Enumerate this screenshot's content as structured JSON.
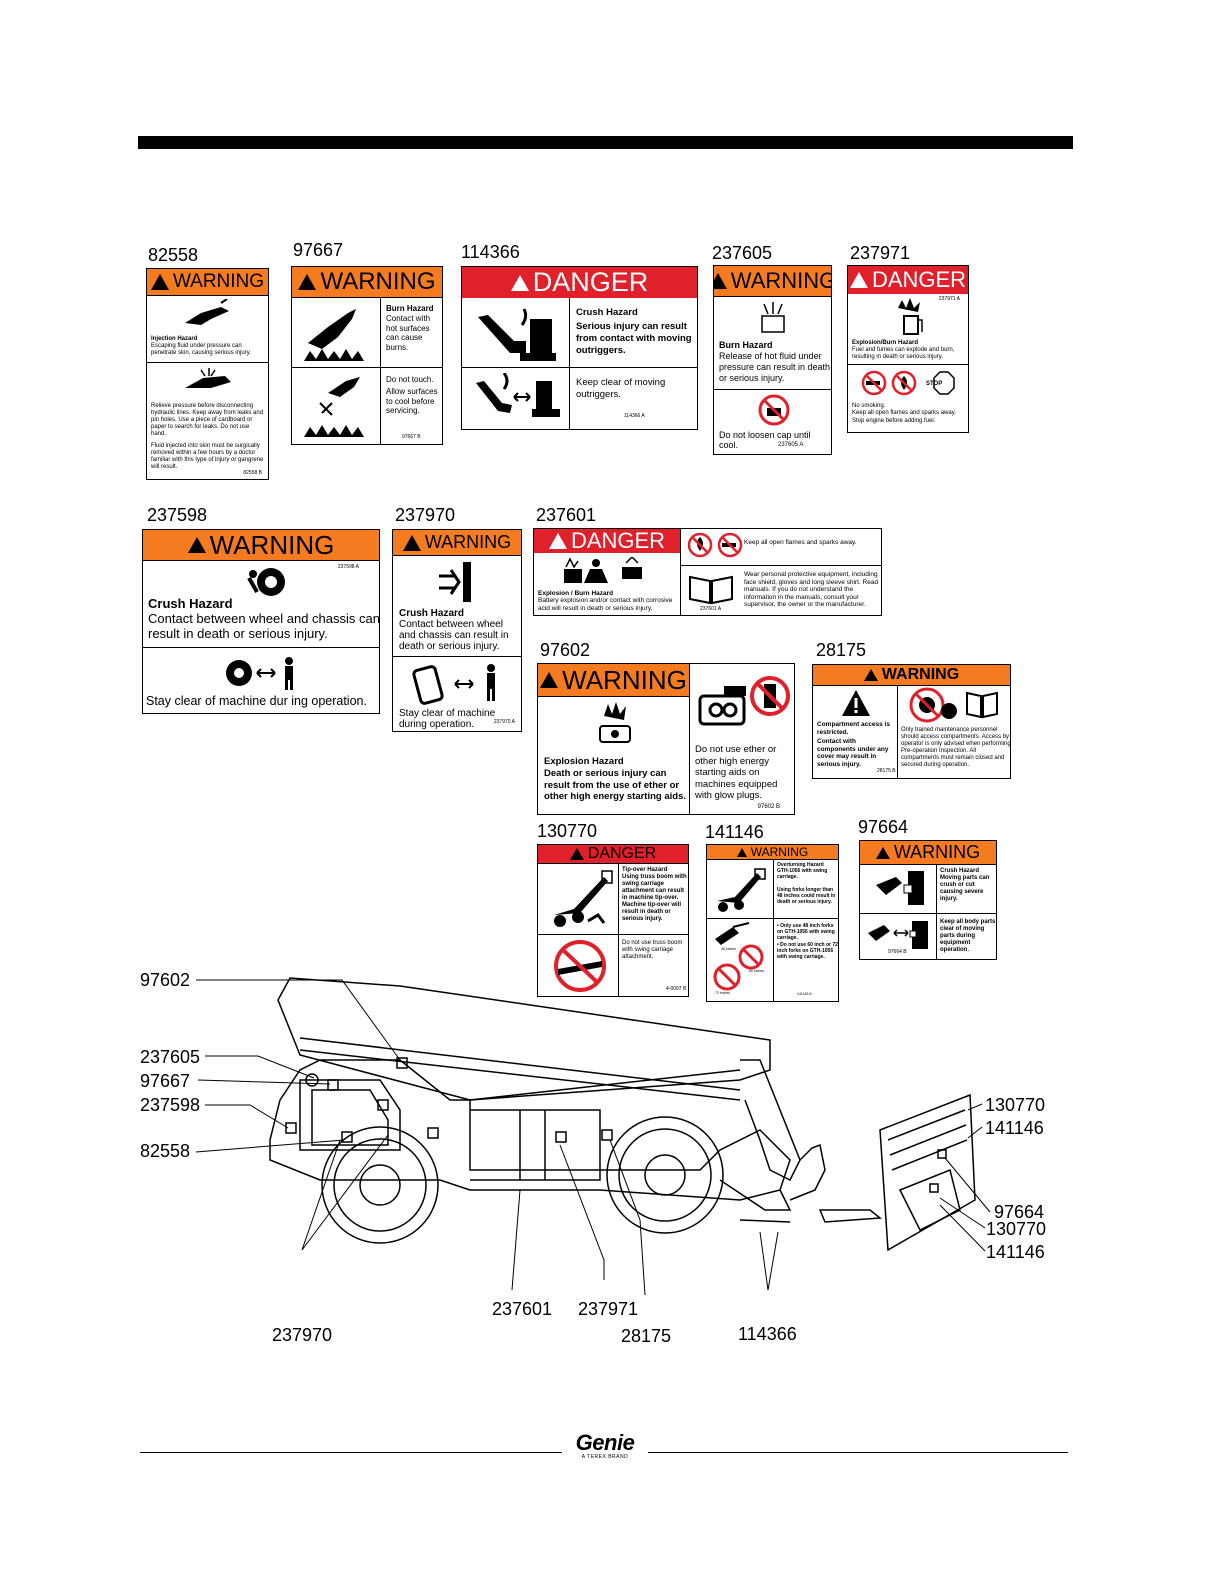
{
  "decals": {
    "d82558": {
      "part_number": "82558",
      "signal": "WARNING",
      "line1_title": "Injection Hazard",
      "line1_text": "Escaping fluid under pressure can penetrate skin, causing serious injury.",
      "line2_text": "Relieve pressure before disconnecting hydraulic lines. Keep away from leaks and pin holes. Use a piece of cardboard or paper to search for leaks. Do not use hand.",
      "line3_text": "Fluid injected into skin must be surgically removed within a few hours by a doctor familiar with this type of injury or gangrene will result.",
      "code": "82558 B"
    },
    "d97667": {
      "part_number": "97667",
      "signal": "WARNING",
      "title": "Burn Hazard",
      "text1": "Contact with hot surfaces can cause burns.",
      "text2": "Do not touch.",
      "text3": "Allow surfaces to cool before servicing.",
      "code": "97667 B"
    },
    "d114366": {
      "part_number": "114366",
      "signal": "DANGER",
      "title": "Crush Hazard",
      "text1": "Serious injury can result from contact with moving outriggers.",
      "text2": "Keep clear of moving outriggers.",
      "code": "114366 A"
    },
    "d237605": {
      "part_number": "237605",
      "signal": "WARNING",
      "title": "Burn Hazard",
      "text1": "Release of hot fluid under pressure can result in death or serious injury.",
      "text2": "Do not loosen cap until cool.",
      "code": "237605 A"
    },
    "d237971": {
      "part_number": "237971",
      "signal": "DANGER",
      "code_top": "237971 A",
      "title": "Explosion/Burn Hazard",
      "text1": "Fuel and fumes can explode and burn, resulting in death or serious injury.",
      "text2": "No smoking.",
      "text3": "Keep all open flames and sparks away.",
      "text4": "Stop engine before adding fuel.",
      "stop": "STOP"
    },
    "d237598": {
      "part_number": "237598",
      "signal": "WARNING",
      "code": "237598 A",
      "title": "Crush Hazard",
      "text1": "Contact between wheel and chassis can result in death or serious injury.",
      "text2": "Stay clear of machine dur ing operation."
    },
    "d237970": {
      "part_number": "237970",
      "signal": "WARNING",
      "title": "Crush Hazard",
      "text1": "Contact between wheel and chassis can result in death or serious injury.",
      "text2": "Stay clear of machine during operation.",
      "code": "237970 A"
    },
    "d237601": {
      "part_number": "237601",
      "signal": "DANGER",
      "title": "Explosion / Burn Hazard",
      "text1": "Battery explosion and/or contact with corrosive acid will result in death or serious injury.",
      "text2": "Keep all open flames and sparks away.",
      "text3": "Wear personal protective equipment, including face shield, gloves and long sleeve shirt. Read manuals. If you do not understand the information in the manuals, consult your supervisor, the owner or the manufacturer.",
      "code": "237601 A"
    },
    "d97602": {
      "part_number": "97602",
      "signal": "WARNING",
      "title": "Explosion Hazard",
      "text1": "Death or serious injury can result from the use of ether or other high energy starting aids.",
      "text2": "Do not use ether or other high energy starting aids on machines equipped with glow plugs.",
      "code": "97602 B"
    },
    "d28175": {
      "part_number": "28175",
      "signal": "WARNING",
      "text1": "Compartment access is restricted.",
      "text2": "Contact with components under any cover may result in serious injury.",
      "text3": "Only trained maintenance personnel should access compartments. Access by operator is only advised when performing Pre-operation Inspection. All compartments must remain closed and secured during operation.",
      "code": "28175 B"
    },
    "d130770": {
      "part_number": "130770",
      "signal": "DANGER",
      "title": "Tip-over Hazard",
      "text1": "Using truss boom with swing carriage attachment can result in machine tip-over. Machine tip-over will result in death or serious injury.",
      "text2": "Do not use truss boom with swing carriage attachment.",
      "code": "4-0097 B"
    },
    "d141146": {
      "part_number": "141146",
      "signal": "WARNING",
      "title": "Overturning Hazard",
      "text0": "GTH-1056 with swing carriage.",
      "text1": "Using forks longer than 48 inches could result in death or serious injury.",
      "bullet1": "Only use 48 inch forks on GTH-1056 with swing carriage.",
      "bullet2": "Do not use 60 inch or 72 inch forks on GTH-1056 with swing carriage.",
      "inches1": "48 inches",
      "inches2": "60 inches",
      "inches3": "72 inches",
      "code": "141146 A"
    },
    "d97664": {
      "part_number": "97664",
      "signal": "WARNING",
      "title": "Crush Hazard",
      "text1": "Moving parts can crush or cut causing severe injury.",
      "title2": "Keep all body parts clear of moving parts during equipment operation.",
      "code": "97664 B"
    }
  },
  "callouts": {
    "c97602": "97602",
    "c237605": "237605",
    "c97667": "97667",
    "c237598": "237598",
    "c82558": "82558",
    "c237970": "237970",
    "c237601": "237601",
    "c237971": "237971",
    "c28175": "28175",
    "c114366": "114366",
    "c130770a": "130770",
    "c141146a": "141146",
    "c97664": "97664",
    "c130770b": "130770",
    "c141146b": "141146"
  },
  "footer": {
    "brand": "Genie",
    "tagline": "A TEREX BRAND"
  },
  "colors": {
    "warning_orange": "#f47b20",
    "danger_red": "#e0202a"
  }
}
